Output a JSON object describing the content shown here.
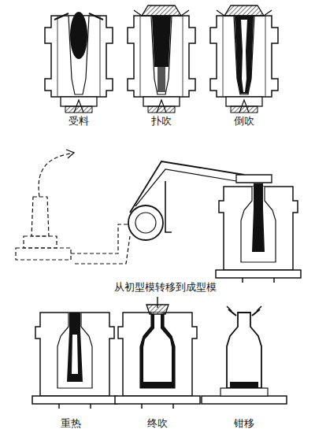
{
  "diagram": {
    "labels": [
      "受料",
      "扑吹",
      "倒吹",
      "从初型模转移到成型模",
      "重热",
      "终吹",
      "钳移"
    ]
  }
}
